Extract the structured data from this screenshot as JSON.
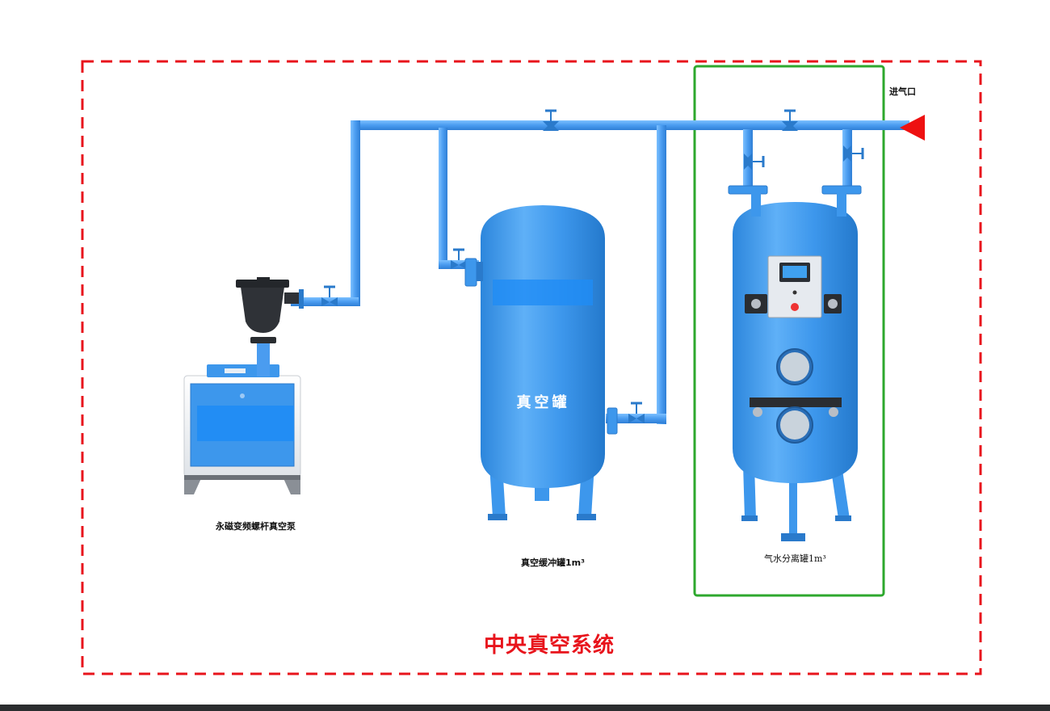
{
  "title": "中央真空系统",
  "labels": {
    "inlet": "进气口",
    "pump": "永磁变频螺杆真空泵",
    "buffer_tank": "真空缓冲罐1m³",
    "separator_tank": "气水分离罐1m³",
    "tank_body_text": "真空罐"
  },
  "colors": {
    "system_border": "#e8141c",
    "separator_highlight": "#2ea82e",
    "pipe": "#4a9cf0",
    "tank": "#3d97ec",
    "inlet_arrow": "#ee1111"
  }
}
